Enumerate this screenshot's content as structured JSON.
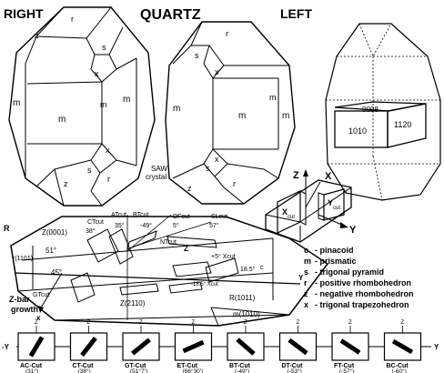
{
  "header": {
    "title": "QUARTZ",
    "left_label": "RIGHT",
    "right_label": "LEFT"
  },
  "right_crystal": {
    "faces": [
      "r",
      "s",
      "x",
      "m",
      "m",
      "m",
      "x",
      "s",
      "z",
      "r",
      "z",
      "m"
    ]
  },
  "left_crystal": {
    "faces": [
      "r",
      "s",
      "x",
      "m",
      "m",
      "m",
      "x",
      "s",
      "r",
      "z",
      "m"
    ]
  },
  "saw_label": [
    "SAW",
    "crystal"
  ],
  "prism_crystal": {
    "block_top": "0008",
    "block_front": "1010",
    "block_right": "1120"
  },
  "axes_inset": {
    "z": "Z",
    "x": "X",
    "y": "Y",
    "x_cut": "X",
    "x_cut_sub": "cut",
    "y_cut": "Y",
    "y_cut_sub": "cut"
  },
  "zbar": {
    "r_left": "R",
    "plane_top": "Z(0001)",
    "plane_r": "r(1101)",
    "angle_51": "51°",
    "angle_45": "45°",
    "gt_cut": "GTcut",
    "ct_cut": "CTcut",
    "at_cut": "ATcut",
    "bt_cut": "BTcut",
    "ct_angle": "38°",
    "at_angle": "35°",
    "bt_angle": "-49°",
    "df_cut": "DFcut",
    "df_angle": "5°",
    "sl_cut": "SLcut",
    "sl_angle": "57°",
    "nt_cut": "NTcut",
    "xcut_plus5": "+5° Xcut",
    "xcut_minus18": "-18.5° Xcut",
    "angle_185": "18.5°",
    "angle_c": "c",
    "z_label": "Z",
    "y_label": "Y",
    "x_label": "x",
    "plane_2110": "Z(2110)",
    "plane_R1011": "R(1011)",
    "plane_m1010": "m(1010)",
    "caption": [
      "Z-bar",
      "growth"
    ]
  },
  "legend": [
    {
      "letter": "c",
      "desc": "- pinacoid"
    },
    {
      "letter": "m",
      "desc": "- prismatic"
    },
    {
      "letter": "s",
      "desc": "- trigonal pyramid"
    },
    {
      "letter": "r",
      "desc": "- positive rhombohedron"
    },
    {
      "letter": "z",
      "desc": "- negative rhombohedron"
    },
    {
      "letter": "x",
      "desc": "- trigonal trapezohedron"
    }
  ],
  "cuts_strip": {
    "z": "Z",
    "y_left": "-Y",
    "y_right": "Y",
    "items": [
      {
        "name": "AC-Cut",
        "angle": "(31°)",
        "tilt": 31
      },
      {
        "name": "CT-Cut",
        "angle": "(38°)",
        "tilt": 38
      },
      {
        "name": "GT-Cut",
        "angle": "(51°7')",
        "tilt": 51
      },
      {
        "name": "ET-Cut",
        "angle": "(66°30')",
        "tilt": 66
      },
      {
        "name": "BT-Cut",
        "angle": "(-49°)",
        "tilt": -49
      },
      {
        "name": "DT-Cut",
        "angle": "(-53°)",
        "tilt": -53
      },
      {
        "name": "FT-Cut",
        "angle": "(-57°)",
        "tilt": -57
      },
      {
        "name": "BC-Cut",
        "angle": "(-60°)",
        "tilt": -60
      }
    ]
  },
  "colors": {
    "ink": "#000000",
    "paper": "#ffffff"
  }
}
